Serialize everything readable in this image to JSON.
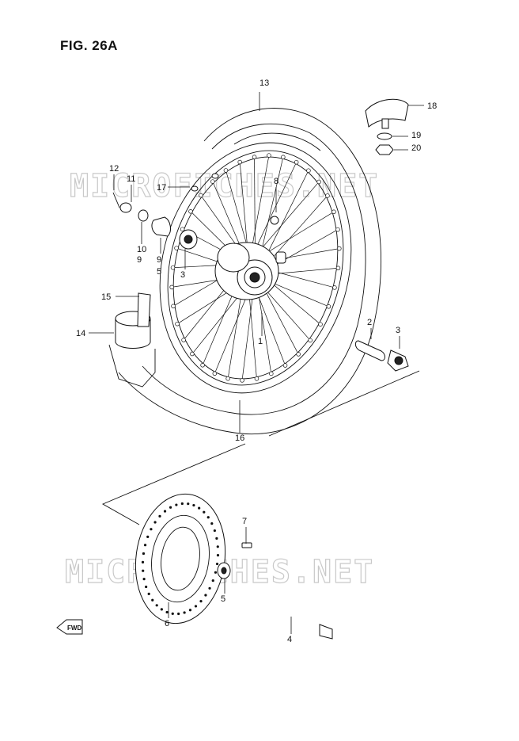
{
  "figure": {
    "title": "FIG. 26A"
  },
  "watermark": {
    "text": "MICROFICHES.NET"
  },
  "direction_badge": {
    "label": "FWD"
  },
  "callouts": [
    {
      "id": "c13",
      "label": "13"
    },
    {
      "id": "c18",
      "label": "18"
    },
    {
      "id": "c19",
      "label": "19"
    },
    {
      "id": "c20",
      "label": "20"
    },
    {
      "id": "c12",
      "label": "12"
    },
    {
      "id": "c11",
      "label": "11"
    },
    {
      "id": "c17",
      "label": "17"
    },
    {
      "id": "c8",
      "label": "8"
    },
    {
      "id": "c10",
      "label": "10"
    },
    {
      "id": "c9a",
      "label": "9"
    },
    {
      "id": "c9b",
      "label": "9"
    },
    {
      "id": "c5a",
      "label": "5"
    },
    {
      "id": "c3a",
      "label": "3"
    },
    {
      "id": "c15",
      "label": "15"
    },
    {
      "id": "c14",
      "label": "14"
    },
    {
      "id": "c1",
      "label": "1"
    },
    {
      "id": "c2",
      "label": "2"
    },
    {
      "id": "c3b",
      "label": "3"
    },
    {
      "id": "c16",
      "label": "16"
    },
    {
      "id": "c7",
      "label": "7"
    },
    {
      "id": "c6",
      "label": "6"
    },
    {
      "id": "c5b",
      "label": "5"
    },
    {
      "id": "c4",
      "label": "4"
    }
  ]
}
